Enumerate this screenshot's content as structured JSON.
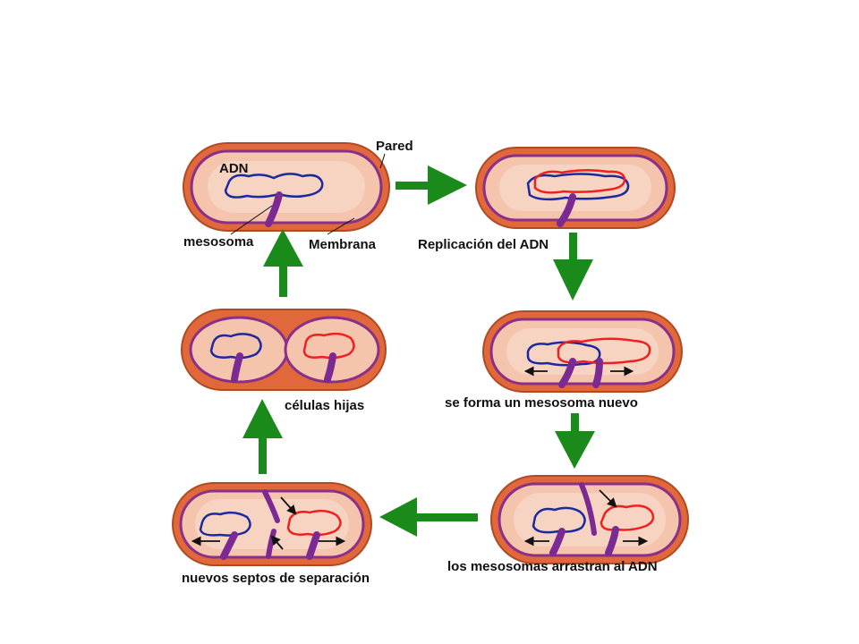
{
  "labels": {
    "pared": "Pared",
    "adn": "ADN",
    "mesosoma": "mesosoma",
    "membrana": "Membrana",
    "replicacion": "Replicación del ADN",
    "nuevo_mesosoma": "se forma un mesosoma nuevo",
    "arrastran": "los mesosomas arrastran al ADN",
    "septos": "nuevos septos de separación",
    "hijas": "células hijas"
  },
  "colors": {
    "wall": "#e0683a",
    "wall_edge": "#b04a22",
    "cytoplasm": "#f4c4ad",
    "cytoplasm_light": "#f7d3c2",
    "membrane": "#8a2f8a",
    "mesosome": "#7a2a92",
    "dna_original": "#1c2aa0",
    "dna_copy": "#ee2020",
    "cycle_arrow": "#1a8a1a",
    "black_arrow": "#111111"
  }
}
